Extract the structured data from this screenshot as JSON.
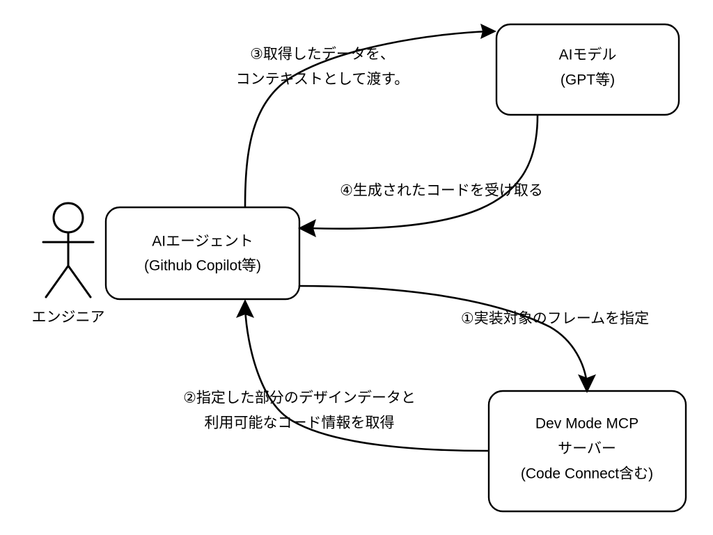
{
  "diagram": {
    "type": "flow-diagram",
    "background_color": "#ffffff",
    "stroke_color": "#000000",
    "actor": {
      "name": "engineer-actor",
      "label": "エンジニア"
    },
    "nodes": [
      {
        "id": "ai-model",
        "line1": "AIモデル",
        "line2": "(GPT等)"
      },
      {
        "id": "ai-agent",
        "line1": "AIエージェント",
        "line2": "(Github Copilot等)"
      },
      {
        "id": "mcp-server",
        "line1": "Dev Mode MCP",
        "line2": "サーバー",
        "line3": "(Code Connect含む)"
      }
    ],
    "edges": [
      {
        "id": "edge-1",
        "from": "ai-agent",
        "to": "mcp-server",
        "line1": "①実装対象のフレームを指定"
      },
      {
        "id": "edge-2",
        "from": "mcp-server",
        "to": "ai-agent",
        "line1": "②指定した部分のデザインデータと",
        "line2": "利用可能なコード情報を取得"
      },
      {
        "id": "edge-3",
        "from": "ai-agent",
        "to": "ai-model",
        "line1": "③取得したデータを、",
        "line2": "コンテキストとして渡す。"
      },
      {
        "id": "edge-4",
        "from": "ai-model",
        "to": "ai-agent",
        "line1": "④生成されたコードを受け取る"
      }
    ]
  }
}
